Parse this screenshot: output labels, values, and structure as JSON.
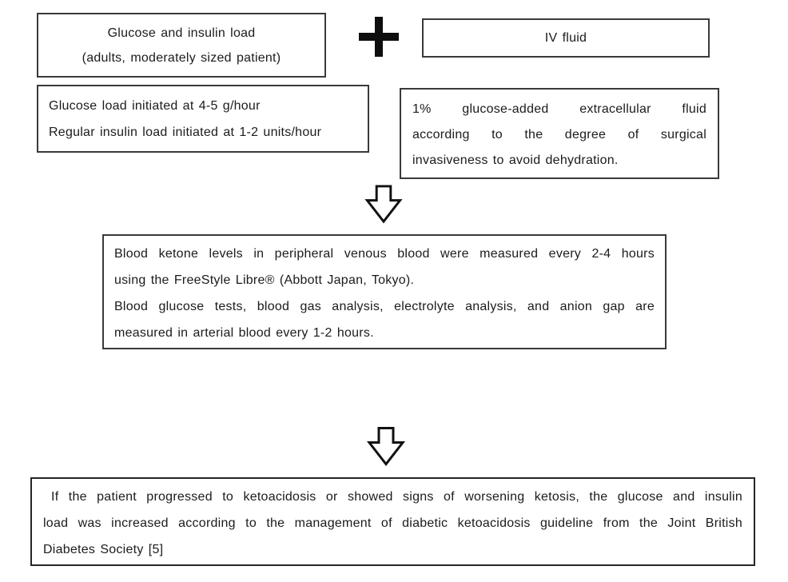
{
  "figure": {
    "colors": {
      "background": "#ffffff",
      "border": "#3a3a3a",
      "text": "#1b1b1b",
      "symbol": "#0e0e0e"
    },
    "icons": {
      "plus": "+",
      "down_arrow": "⇩"
    },
    "boxes": {
      "glucose_insulin_header": {
        "lines": [
          "Glucose and insulin load",
          "(adults, moderately sized patient)"
        ]
      },
      "iv_fluid_header": {
        "label": "IV fluid"
      },
      "glucose_insulin_detail": {
        "lines": [
          "Glucose load initiated at 4-5 g/hour",
          "Regular insulin load initiated at 1-2 units/hour"
        ]
      },
      "iv_fluid_detail": {
        "lines": [
          "1% glucose-added extracellular fluid",
          "according to the degree of surgical",
          "invasiveness to avoid dehydration."
        ]
      },
      "monitoring": {
        "lines": [
          "Blood ketone levels in peripheral venous blood were measured every 2-4 hours",
          "using the FreeStyle Libre® (Abbott Japan, Tokyo).",
          "Blood glucose tests, blood gas analysis, electrolyte analysis, and anion gap are",
          "measured in arterial blood every 1-2 hours."
        ]
      },
      "escalation": {
        "lines": [
          "If the patient progressed to ketoacidosis or showed signs of worsening ketosis, the glucose and insulin",
          "load was increased according to the management of diabetic ketoacidosis guideline from the Joint British",
          "Diabetes Society [5]"
        ]
      }
    }
  }
}
